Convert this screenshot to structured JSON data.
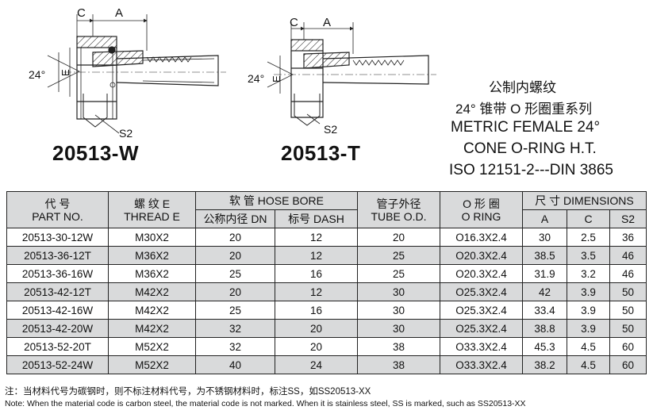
{
  "drawing_labels": {
    "c": "C",
    "a": "A",
    "angle": "24°",
    "e": "E",
    "s2": "S2"
  },
  "models": {
    "w": "20513-W",
    "t": "20513-T"
  },
  "title": {
    "cn_line1": "公制内螺纹",
    "cn_line2": "24° 锥带 O 形圈重系列",
    "en_line1": "METRIC FEMALE 24°",
    "en_line2": "CONE O-RING H.T.",
    "en_line3": "ISO 12151-2---DIN 3865"
  },
  "table": {
    "headers": {
      "part_cn": "代 号",
      "part_en": "PART NO.",
      "thread_cn": "螺 纹 E",
      "thread_en": "THREAD E",
      "hose_bore": "软 管   HOSE BORE",
      "dn": "公称内径 DN",
      "dash": "标号 DASH",
      "tube_cn": "管子外径",
      "tube_en": "TUBE O.D.",
      "oring_cn": "O 形  圈",
      "oring_en": "O RING",
      "dimensions": "尺  寸   DIMENSIONS",
      "dim_a": "A",
      "dim_c": "C",
      "dim_s2": "S2"
    },
    "rows": [
      [
        "20513-30-12W",
        "M30X2",
        "20",
        "12",
        "20",
        "O16.3X2.4",
        "30",
        "2.5",
        "36"
      ],
      [
        "20513-36-12T",
        "M36X2",
        "20",
        "12",
        "25",
        "O20.3X2.4",
        "38.5",
        "3.5",
        "46"
      ],
      [
        "20513-36-16W",
        "M36X2",
        "25",
        "16",
        "25",
        "O20.3X2.4",
        "31.9",
        "3.2",
        "46"
      ],
      [
        "20513-42-12T",
        "M42X2",
        "20",
        "12",
        "30",
        "O25.3X2.4",
        "42",
        "3.9",
        "50"
      ],
      [
        "20513-42-16W",
        "M42X2",
        "25",
        "16",
        "30",
        "O25.3X2.4",
        "33.4",
        "3.9",
        "50"
      ],
      [
        "20513-42-20W",
        "M42X2",
        "32",
        "20",
        "30",
        "O25.3X2.4",
        "38.8",
        "3.9",
        "50"
      ],
      [
        "20513-52-20T",
        "M52X2",
        "32",
        "20",
        "38",
        "O33.3X2.4",
        "45.3",
        "4.5",
        "60"
      ],
      [
        "20513-52-24W",
        "M52X2",
        "40",
        "24",
        "38",
        "O33.3X2.4",
        "38.2",
        "4.5",
        "60"
      ]
    ]
  },
  "notes": {
    "cn": "注：当材料代号为碳钢时，则不标注材料代号，为不锈钢材料时，标注SS，如SS20513-XX",
    "en": "Note: When the material code is carbon steel, the material code is not marked. When it is stainless steel, SS is marked, such as SS20513-XX"
  }
}
